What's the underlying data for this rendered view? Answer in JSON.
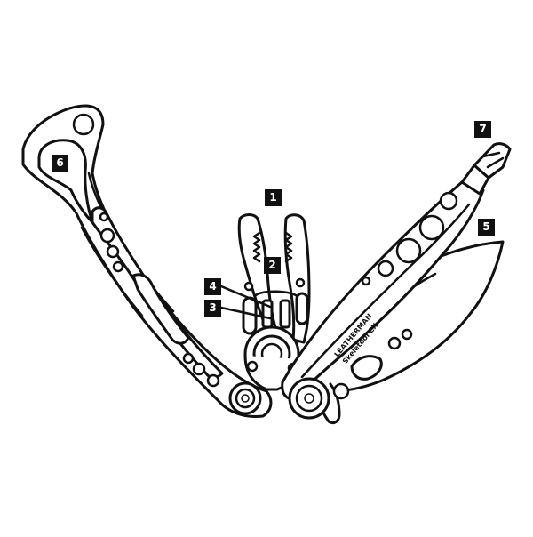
{
  "diagram": {
    "callouts": [
      {
        "id": "c1",
        "label": "1"
      },
      {
        "id": "c2",
        "label": "2"
      },
      {
        "id": "c3",
        "label": "3"
      },
      {
        "id": "c4",
        "label": "4"
      },
      {
        "id": "c5",
        "label": "5"
      },
      {
        "id": "c6",
        "label": "6"
      },
      {
        "id": "c7",
        "label": "7"
      }
    ],
    "engraving": {
      "brand": "LEATHERMAN",
      "model": "Skeletool CX"
    }
  },
  "colors": {
    "line": "#111111",
    "background": "#ffffff"
  }
}
